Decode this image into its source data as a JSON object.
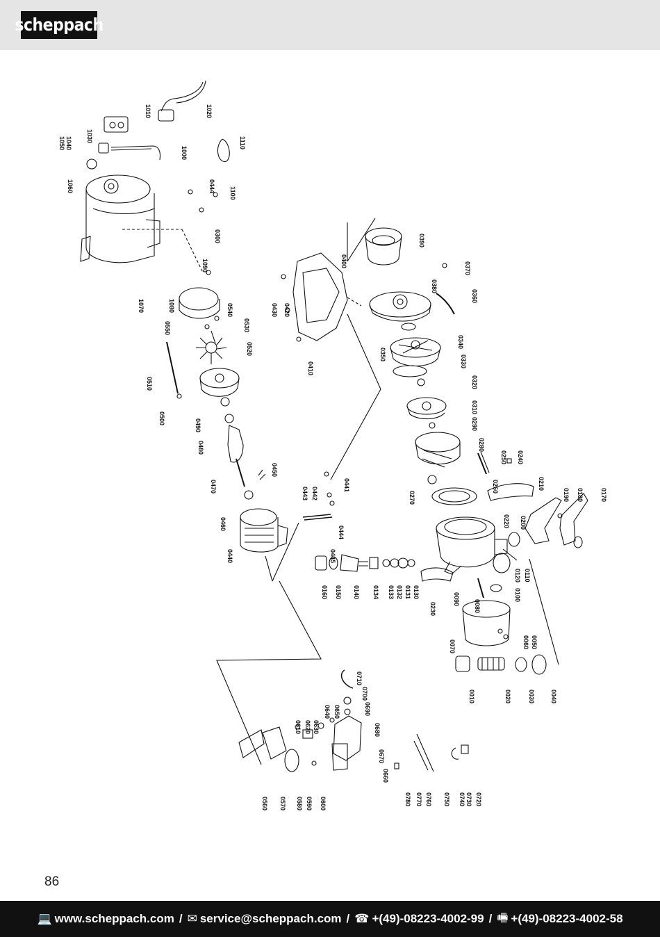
{
  "header": {
    "logo_text": "scheppach"
  },
  "page_number": "86",
  "footer": {
    "web_icon": "laptop-icon",
    "web": "www.scheppach.com",
    "mail_icon": "envelope-icon",
    "email": "service@scheppach.com",
    "phone_icon": "telephone-icon",
    "phone": "+(49)-08223-4002-99",
    "fax_icon": "fax-icon",
    "fax": "+(49)-08223-4002-58",
    "separator": "/"
  },
  "part_labels": [
    "1010",
    "1020",
    "1030",
    "1040",
    "1050",
    "1060",
    "1070",
    "1080",
    "1090",
    "1000",
    "1100",
    "1110",
    "0444",
    "0300",
    "0310",
    "0320",
    "0330",
    "0340",
    "0350",
    "0360",
    "0370",
    "0380",
    "0390",
    "0400",
    "0410",
    "0420",
    "0430",
    "0440",
    "0441",
    "0442",
    "0443",
    "0444",
    "0445",
    "0450",
    "0460",
    "0470",
    "0480",
    "0490",
    "0500",
    "0510",
    "0520",
    "0530",
    "0540",
    "0550",
    "0010",
    "0020",
    "0030",
    "0040",
    "0050",
    "0060",
    "0070",
    "0080",
    "0090",
    "0100",
    "0110",
    "0120",
    "0130",
    "0131",
    "0132",
    "0133",
    "0134",
    "0140",
    "0150",
    "0160",
    "0170",
    "0180",
    "0190",
    "0200",
    "0210",
    "0220",
    "0230",
    "0240",
    "0250",
    "0260",
    "0270",
    "0280",
    "0290",
    "0560",
    "0570",
    "0580",
    "0590",
    "0600",
    "0610",
    "0620",
    "0630",
    "0640",
    "0650",
    "0660",
    "0670",
    "0680",
    "0690",
    "0700",
    "0710",
    "0720",
    "0730",
    "0740",
    "0750",
    "0760",
    "0770",
    "0780"
  ]
}
